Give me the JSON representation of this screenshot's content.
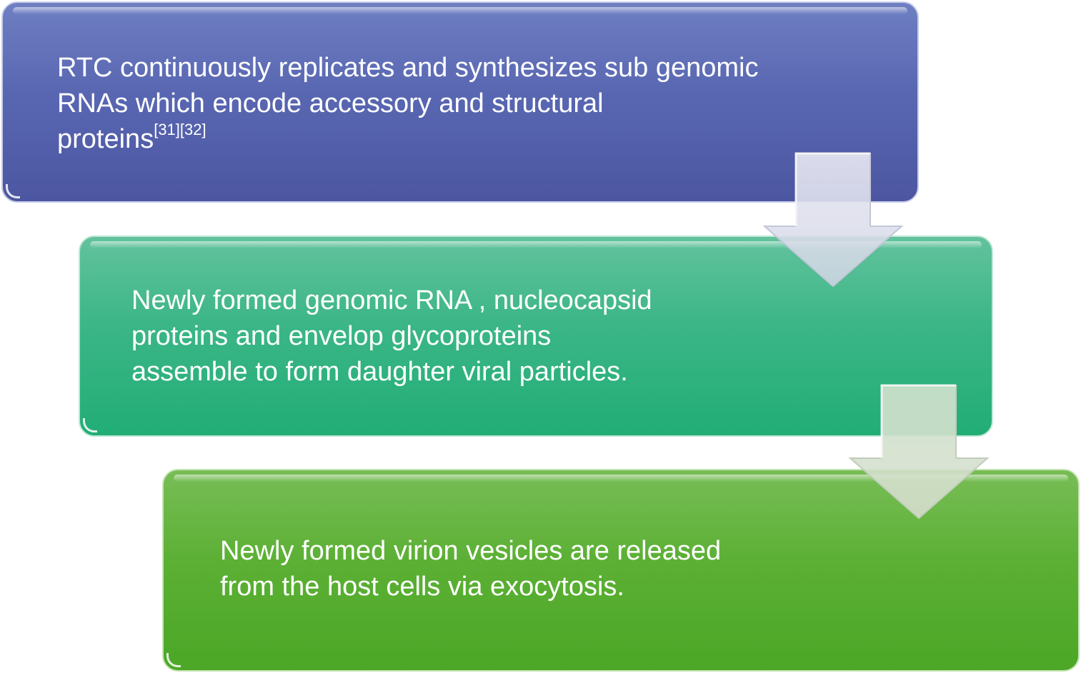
{
  "steps": [
    {
      "text": "RTC continuously replicates and synthesizes sub genomic\nRNAs which encode accessory and structural\nproteins",
      "citation": "[31][32]",
      "color": "#5462ad"
    },
    {
      "text": "Newly formed genomic RNA , nucleocapsid\nproteins and envelop glycoproteins\nassemble to form daughter viral particles.",
      "color": "#2fb27f"
    },
    {
      "text": "Newly formed virion vesicles are released\nfrom the host cells via exocytosis.",
      "color": "#55ab2e"
    }
  ],
  "arrows": [
    {
      "icon": "down-arrow-icon",
      "from": 1,
      "to": 2
    },
    {
      "icon": "down-arrow-icon",
      "from": 2,
      "to": 3
    }
  ]
}
